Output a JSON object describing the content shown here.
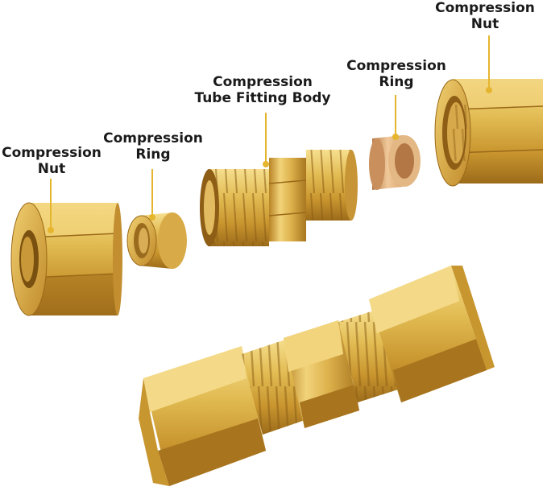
{
  "labels": {
    "nut_left": {
      "line1": "Compression",
      "line2": "Nut"
    },
    "ring_left": {
      "line1": "Compression",
      "line2": "Ring"
    },
    "body": {
      "line1": "Compression",
      "line2": "Tube Fitting Body"
    },
    "ring_right": {
      "line1": "Compression",
      "line2": "Ring"
    },
    "nut_right": {
      "line1": "Compression",
      "line2": "Nut"
    }
  },
  "colors": {
    "brass_light": "#f3d77a",
    "brass_mid": "#d8aa3c",
    "brass_dark": "#a7741c",
    "pointer": "#e5b52e",
    "text": "#1a1a1a"
  }
}
